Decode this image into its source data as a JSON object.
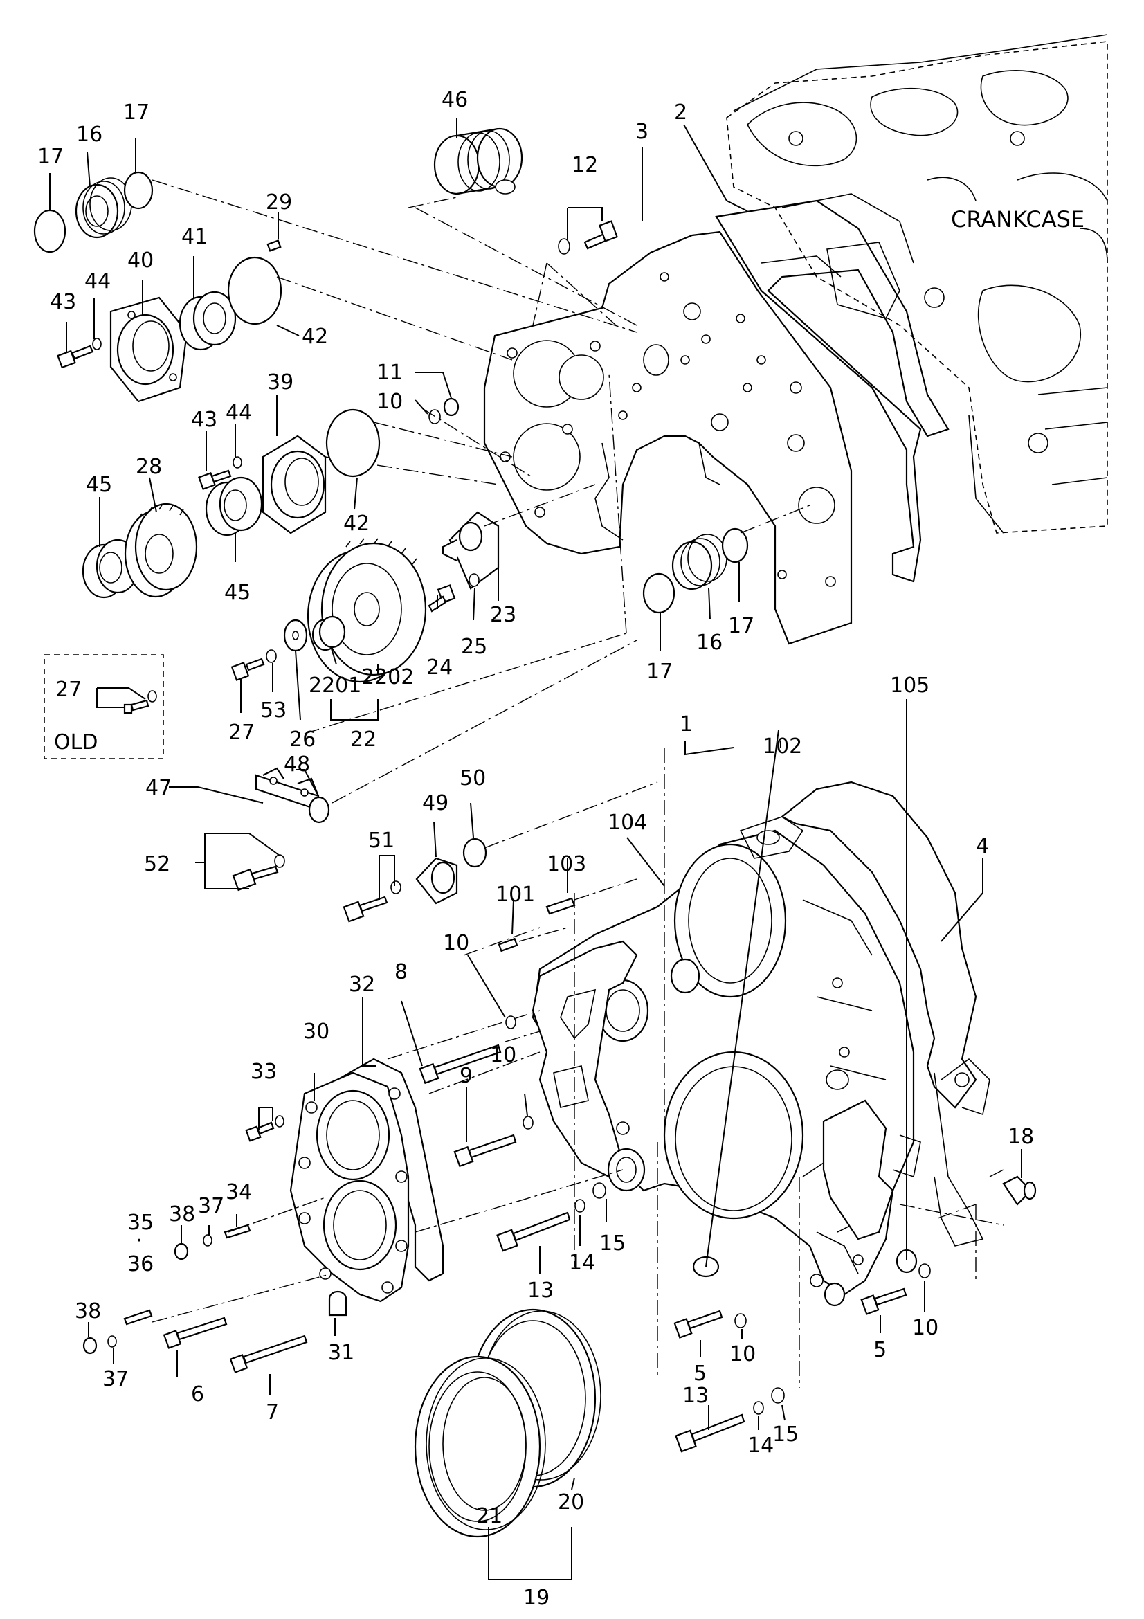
{
  "annotations": {
    "crankcase": "CRANKCASE",
    "old": "OLD"
  },
  "callouts": [
    {
      "id": "c-46",
      "text": "46"
    },
    {
      "id": "c-3",
      "text": "3"
    },
    {
      "id": "c-2",
      "text": "2"
    },
    {
      "id": "c-17a",
      "text": "17"
    },
    {
      "id": "c-16a",
      "text": "16"
    },
    {
      "id": "c-17b",
      "text": "17"
    },
    {
      "id": "c-12",
      "text": "12"
    },
    {
      "id": "c-29",
      "text": "29"
    },
    {
      "id": "c-40",
      "text": "40"
    },
    {
      "id": "c-41",
      "text": "41"
    },
    {
      "id": "c-43a",
      "text": "43"
    },
    {
      "id": "c-44a",
      "text": "44"
    },
    {
      "id": "c-42a",
      "text": "42"
    },
    {
      "id": "c-11",
      "text": "11"
    },
    {
      "id": "c-10a",
      "text": "10"
    },
    {
      "id": "c-39",
      "text": "39"
    },
    {
      "id": "c-43b",
      "text": "43"
    },
    {
      "id": "c-44b",
      "text": "44"
    },
    {
      "id": "c-28",
      "text": "28"
    },
    {
      "id": "c-45a",
      "text": "45"
    },
    {
      "id": "c-45b",
      "text": "45"
    },
    {
      "id": "c-42b",
      "text": "42"
    },
    {
      "id": "c-23",
      "text": "23"
    },
    {
      "id": "c-24",
      "text": "24"
    },
    {
      "id": "c-25",
      "text": "25"
    },
    {
      "id": "c-17c",
      "text": "17"
    },
    {
      "id": "c-16b",
      "text": "16"
    },
    {
      "id": "c-17d",
      "text": "17"
    },
    {
      "id": "c-105",
      "text": "105"
    },
    {
      "id": "c-27a",
      "text": "27"
    },
    {
      "id": "c-27b",
      "text": "27"
    },
    {
      "id": "c-53",
      "text": "53"
    },
    {
      "id": "c-26",
      "text": "26"
    },
    {
      "id": "c-2201",
      "text": "2201"
    },
    {
      "id": "c-2202",
      "text": "2202"
    },
    {
      "id": "c-22",
      "text": "22"
    },
    {
      "id": "c-1",
      "text": "1"
    },
    {
      "id": "c-102",
      "text": "102"
    },
    {
      "id": "c-48",
      "text": "48"
    },
    {
      "id": "c-47",
      "text": "47"
    },
    {
      "id": "c-50",
      "text": "50"
    },
    {
      "id": "c-49",
      "text": "49"
    },
    {
      "id": "c-104",
      "text": "104"
    },
    {
      "id": "c-51",
      "text": "51"
    },
    {
      "id": "c-52",
      "text": "52"
    },
    {
      "id": "c-103",
      "text": "103"
    },
    {
      "id": "c-101",
      "text": "101"
    },
    {
      "id": "c-4",
      "text": "4"
    },
    {
      "id": "c-10b",
      "text": "10"
    },
    {
      "id": "c-8",
      "text": "8"
    },
    {
      "id": "c-32",
      "text": "32"
    },
    {
      "id": "c-30",
      "text": "30"
    },
    {
      "id": "c-10c",
      "text": "10"
    },
    {
      "id": "c-9",
      "text": "9"
    },
    {
      "id": "c-33",
      "text": "33"
    },
    {
      "id": "c-18",
      "text": "18"
    },
    {
      "id": "c-38a",
      "text": "38"
    },
    {
      "id": "c-37a",
      "text": "37"
    },
    {
      "id": "c-34",
      "text": "34"
    },
    {
      "id": "c-35",
      "text": "35"
    },
    {
      "id": "c-dot",
      "text": "·"
    },
    {
      "id": "c-36",
      "text": "36"
    },
    {
      "id": "c-13a",
      "text": "13"
    },
    {
      "id": "c-14a",
      "text": "14"
    },
    {
      "id": "c-15a",
      "text": "15"
    },
    {
      "id": "c-38b",
      "text": "38"
    },
    {
      "id": "c-37b",
      "text": "37"
    },
    {
      "id": "c-6",
      "text": "6"
    },
    {
      "id": "c-7",
      "text": "7"
    },
    {
      "id": "c-31",
      "text": "31"
    },
    {
      "id": "c-5a",
      "text": "5"
    },
    {
      "id": "c-10d",
      "text": "10"
    },
    {
      "id": "c-5b",
      "text": "5"
    },
    {
      "id": "c-10e",
      "text": "10"
    },
    {
      "id": "c-13b",
      "text": "13"
    },
    {
      "id": "c-14b",
      "text": "14"
    },
    {
      "id": "c-15b",
      "text": "15"
    },
    {
      "id": "c-20",
      "text": "20"
    },
    {
      "id": "c-21",
      "text": "21"
    },
    {
      "id": "c-19",
      "text": "19"
    }
  ]
}
